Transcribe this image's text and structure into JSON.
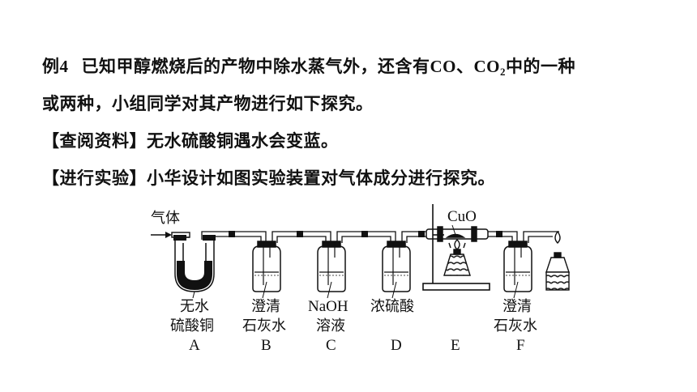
{
  "example": {
    "label": "例4",
    "line1_a": "已知甲醇燃烧后的产物中除水蒸气外，还含有",
    "co": "CO",
    "sep": "、",
    "co2_main": "CO",
    "co2_sub": "2",
    "line1_b": "中的一种",
    "line2": "或两种，小组同学对其产物进行如下探究。",
    "line3": "【查阅资料】无水硫酸铜遇水会变蓝。",
    "line4": "【进行实验】小华设计如图实验装置对气体成分进行探究。"
  },
  "diagram": {
    "gas_inlet": "气体",
    "cuo": "CuO",
    "a_label_1": "无水",
    "a_label_2": "硫酸铜",
    "b_label_1": "澄清",
    "b_label_2": "石灰水",
    "c_label_1": "NaOH",
    "c_label_2": "溶液",
    "d_label": "浓硫酸",
    "f_label_1": "澄清",
    "f_label_2": "石灰水",
    "letters": [
      "A",
      "B",
      "C",
      "D",
      "E",
      "F"
    ]
  }
}
